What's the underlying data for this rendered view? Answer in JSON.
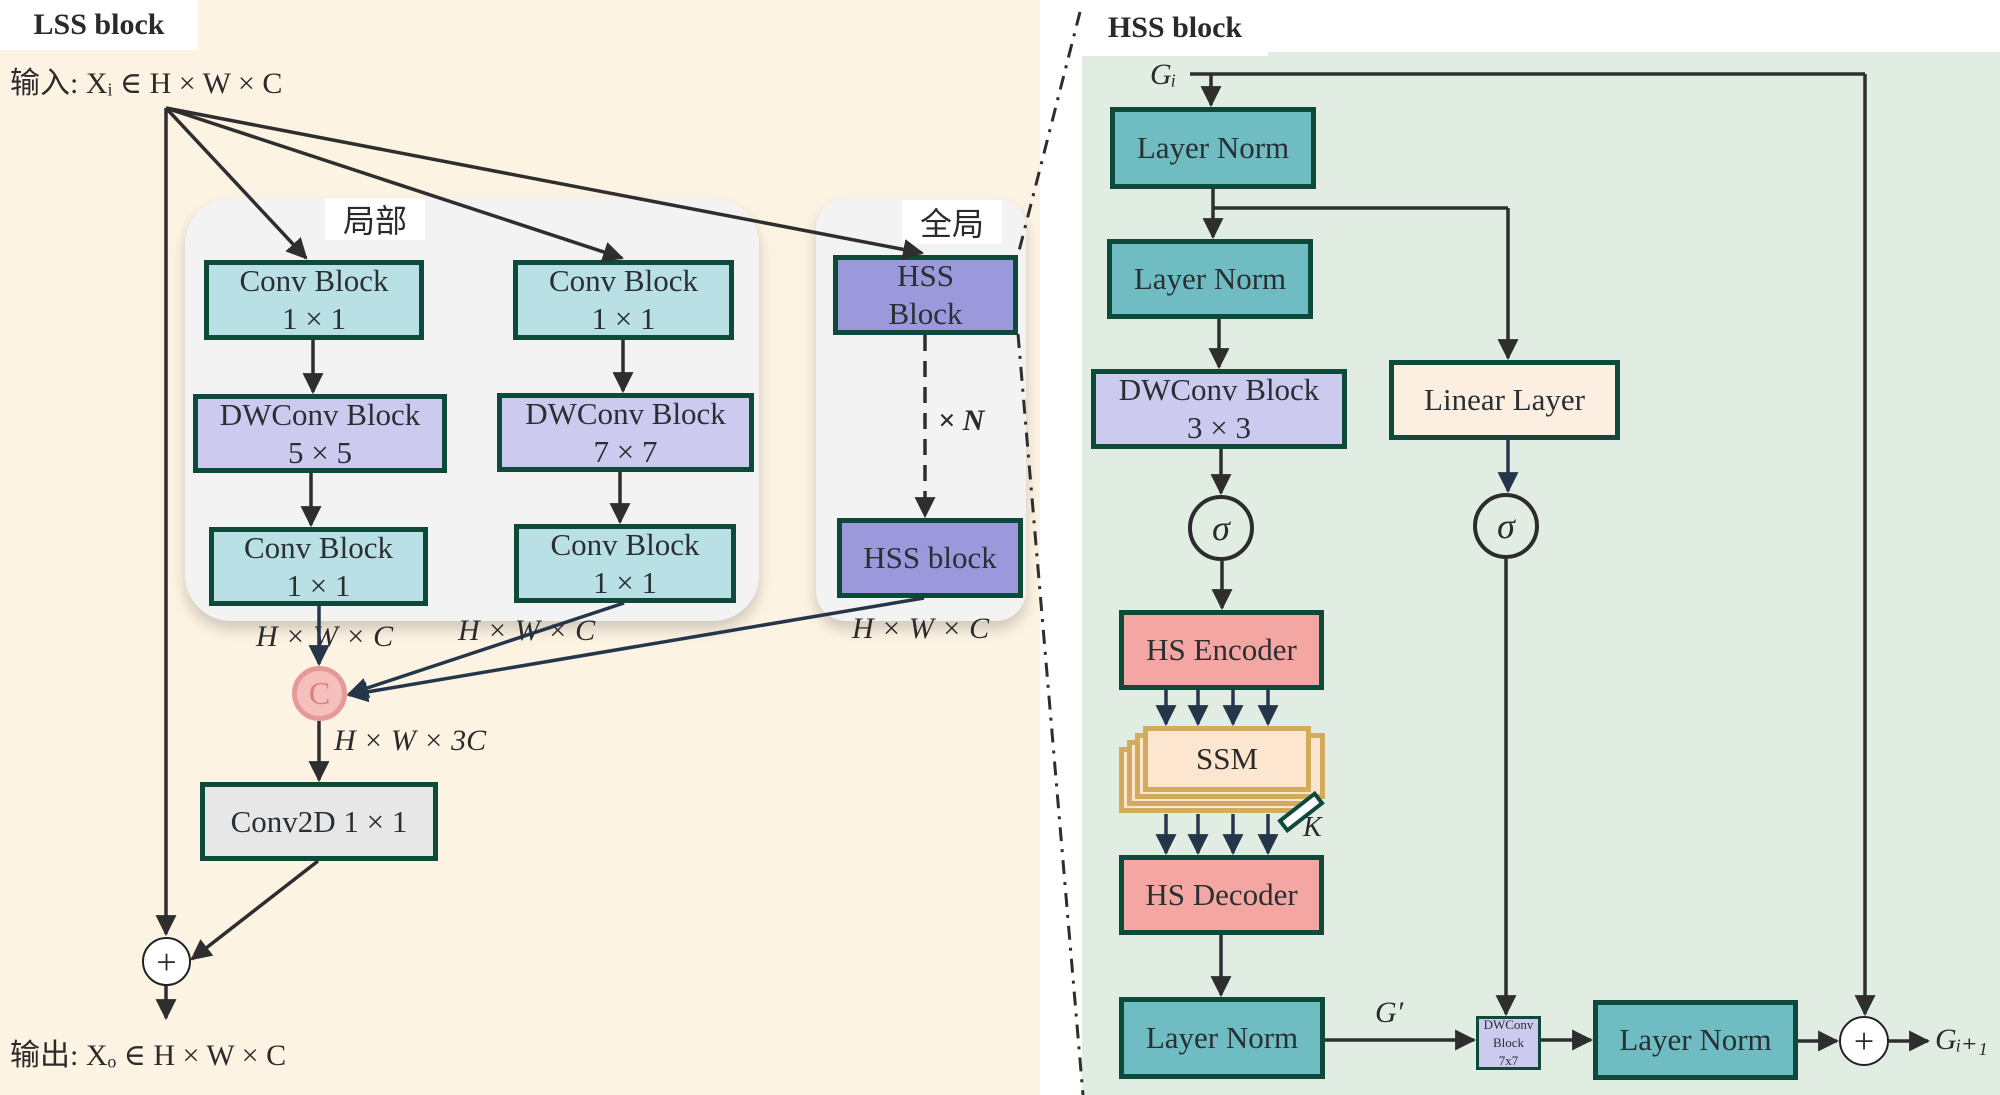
{
  "lss": {
    "title": "LSS block",
    "input_label": "输入: Xᵢ ∈ H × W × C",
    "output_label": "输出: Xₒ ∈ H × W × C",
    "local_label": "局部",
    "global_label": "全局",
    "branch1": [
      {
        "line1": "Conv Block",
        "line2": "1 × 1"
      },
      {
        "line1": "DWConv Block",
        "line2": "5 × 5"
      },
      {
        "line1": "Conv Block",
        "line2": "1 × 1"
      }
    ],
    "branch2": [
      {
        "line1": "Conv Block",
        "line2": "1 × 1"
      },
      {
        "line1": "DWConv Block",
        "line2": "7 × 7"
      },
      {
        "line1": "Conv Block",
        "line2": "1 × 1"
      }
    ],
    "hss_top": {
      "line1": "HSS",
      "line2": "Block"
    },
    "hss_bottom": "HSS block",
    "repeat_label": "× N",
    "dim_branch1": "H × W × C",
    "dim_branch2": "H × W × C",
    "dim_global": "H × W × C",
    "concat_symbol": "C",
    "dim_concat": "H × W × 3C",
    "conv2d": "Conv2D 1 × 1",
    "add_symbol": "+"
  },
  "hss": {
    "title": "HSS block",
    "input_label": "Gᵢ",
    "layer_norm_1": "Layer Norm",
    "layer_norm_2": "Layer Norm",
    "dwconv": {
      "line1": "DWConv Block",
      "line2": "3 × 3"
    },
    "linear": "Linear Layer",
    "sigma_symbol": "σ",
    "encoder": "HS Encoder",
    "ssm": "SSM",
    "ssm_count": "K",
    "decoder": "HS Decoder",
    "layer_norm_3": "Layer Norm",
    "g_prime": "G′",
    "small_dwconv": {
      "line1": "DWConv Block",
      "line2": "7x7"
    },
    "layer_norm_4": "Layer Norm",
    "add_symbol": "+",
    "output_label": "Gᵢ₊₁"
  },
  "colors": {
    "lss_bg": "#fdf3e3",
    "hss_bg": "#e1ede3",
    "conv_block": "#b9e0e4",
    "dwconv_block": "#cccaee",
    "hss_block": "#9b98dc",
    "layer_norm": "#6fbcc2",
    "linear_layer": "#fdeee2",
    "hs_codec": "#f4a7a2",
    "ssm": "#fde6cf",
    "border": "#0e4a3a"
  }
}
